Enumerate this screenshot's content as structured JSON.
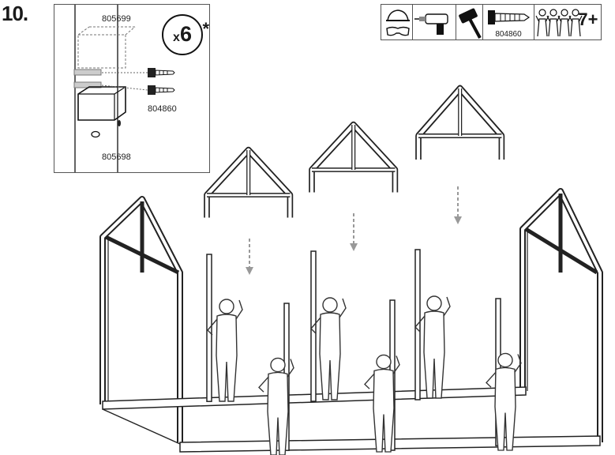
{
  "step": {
    "number": "10."
  },
  "detail": {
    "part_top": "805699",
    "part_screw": "804860",
    "part_bottom": "805698",
    "quantity_prefix": "x",
    "quantity_value": "6",
    "quantity_mark": "*"
  },
  "tools": {
    "items": [
      "safety-gear-icon",
      "drill-icon",
      "mallet-icon",
      "screw-icon",
      "people-icon"
    ],
    "screw_label": "804860",
    "people_count": "7+"
  }
}
